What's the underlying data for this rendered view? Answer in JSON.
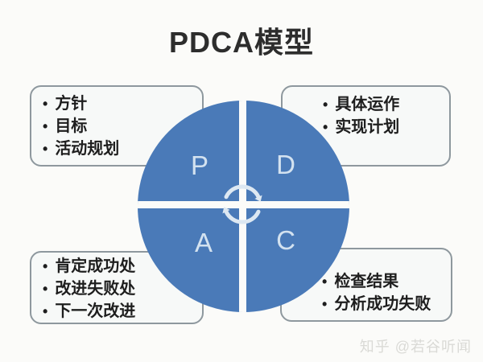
{
  "title": "PDCA模型",
  "bullet_char": "•",
  "boxes": {
    "plan": {
      "items": [
        "方针",
        "目标",
        "活动规划"
      ]
    },
    "do": {
      "items": [
        "具体运作",
        "实现计划"
      ]
    },
    "act": {
      "items": [
        "肯定成功处",
        "改进失败处",
        "下一次改进"
      ]
    },
    "check": {
      "items": [
        "检查结果",
        "分析成功失败"
      ]
    }
  },
  "circle": {
    "letters": [
      "P",
      "D",
      "A",
      "C"
    ],
    "center_icon": "cycle-arrows-icon"
  },
  "watermark": {
    "text": "知乎 @若谷听闻"
  },
  "colors": {
    "circle_blue": "#4a7ab8",
    "letter_tint": "#d3e2f0",
    "box_border": "#8e989e",
    "box_fill": "#f7f9f8",
    "background": "#fbfbf9",
    "watermark_gray": "#dadad6"
  }
}
